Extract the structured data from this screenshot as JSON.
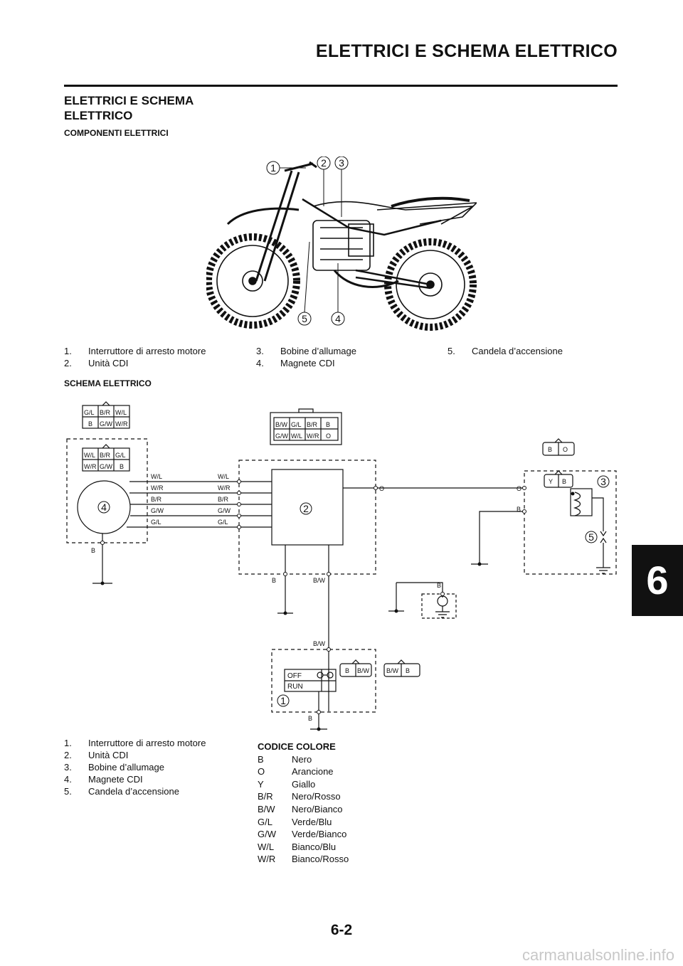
{
  "header": {
    "title": "ELETTRICI E SCHEMA ELETTRICO"
  },
  "section": {
    "title_line1": "ELETTRICI E SCHEMA",
    "title_line2": "ELETTRICO",
    "subtitle_components": "COMPONENTI ELETTRICI",
    "subtitle_wiring": "SCHEMA ELETTRICO"
  },
  "callouts": [
    "1",
    "2",
    "3",
    "4",
    "5"
  ],
  "components_legend": [
    {
      "num": "1.",
      "label": "Interruttore di arresto motore"
    },
    {
      "num": "2.",
      "label": "Unità CDI"
    },
    {
      "num": "3.",
      "label": "Bobine d’allumage"
    },
    {
      "num": "4.",
      "label": "Magnete CDI"
    },
    {
      "num": "5.",
      "label": "Candela d’accensione"
    }
  ],
  "wiring_legend": [
    {
      "num": "1.",
      "label": "Interruttore di arresto motore"
    },
    {
      "num": "2.",
      "label": "Unità CDI"
    },
    {
      "num": "3.",
      "label": "Bobine d’allumage"
    },
    {
      "num": "4.",
      "label": "Magnete CDI"
    },
    {
      "num": "5.",
      "label": "Candela d’accensione"
    }
  ],
  "color_code": {
    "title": "CODICE COLORE",
    "items": [
      {
        "code": "B",
        "name": "Nero"
      },
      {
        "code": "O",
        "name": "Arancione"
      },
      {
        "code": "Y",
        "name": "Giallo"
      },
      {
        "code": "B/R",
        "name": "Nero/Rosso"
      },
      {
        "code": "B/W",
        "name": "Nero/Bianco"
      },
      {
        "code": "G/L",
        "name": "Verde/Blu"
      },
      {
        "code": "G/W",
        "name": "Verde/Bianco"
      },
      {
        "code": "W/L",
        "name": "Bianco/Blu"
      },
      {
        "code": "W/R",
        "name": "Bianco/Rosso"
      }
    ]
  },
  "diagram": {
    "wire_labels": [
      "W/L",
      "W/R",
      "B/R",
      "G/W",
      "G/L",
      "B",
      "O",
      "B/W",
      "B",
      "B/W",
      "B",
      "O"
    ],
    "switch_positions": [
      "OFF",
      "RUN"
    ],
    "connector_left_top": [
      "G/L",
      "B/R",
      "W/L",
      "B",
      "G/W",
      "W/R"
    ],
    "connector_left_mid": [
      "W/L",
      "B/R",
      "G/L",
      "W/R",
      "G/W",
      "B"
    ],
    "connector_cdi": [
      "B/W",
      "G/L",
      "B/R",
      "B",
      "G/W",
      "W/L",
      "W/R",
      "O"
    ],
    "connector_bo": [
      "B",
      "O"
    ],
    "connector_yb": [
      "Y",
      "B"
    ],
    "connector_switch": [
      "B",
      "B/W"
    ],
    "connector_switch2": [
      "B/W",
      "B"
    ]
  },
  "side_tab": "6",
  "page_number": "6-2",
  "watermark": "carmanualsonline.info"
}
